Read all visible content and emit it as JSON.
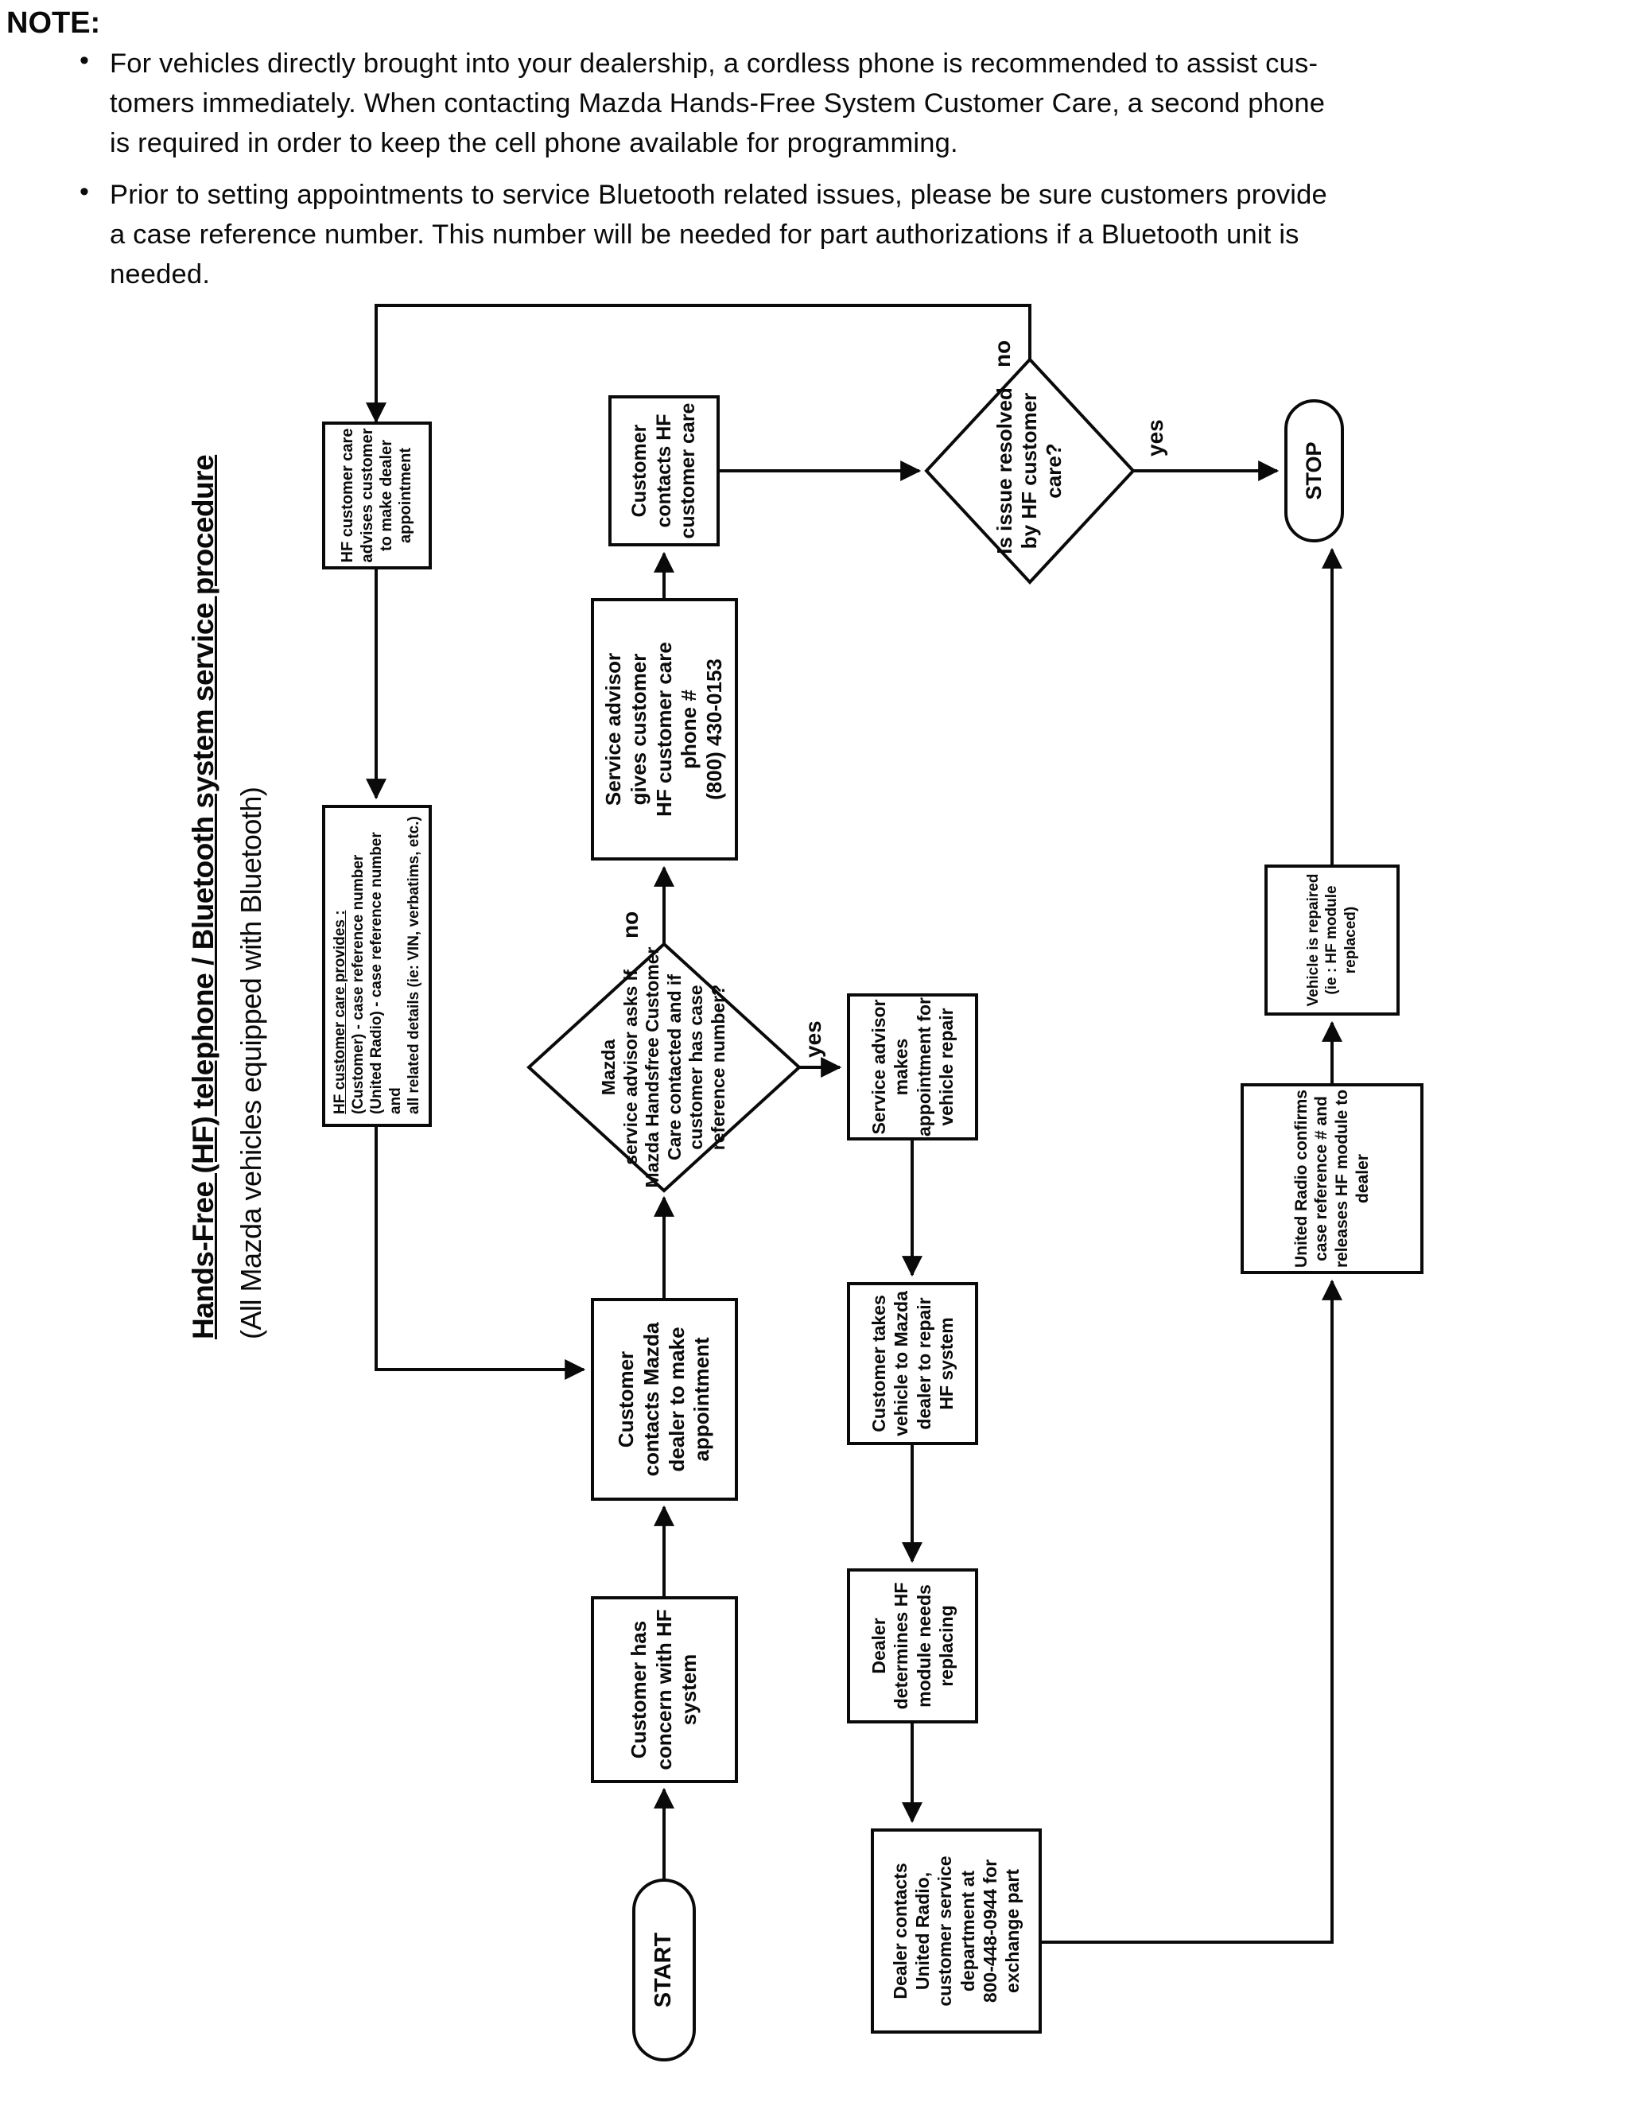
{
  "note": {
    "heading": "NOTE:",
    "bullets": [
      [
        "For vehicles directly brought into your dealership, a cordless phone is recommended to assist cus-",
        "tomers immediately. When contacting Mazda Hands-Free System Customer Care, a second phone",
        "is required in order to keep the cell phone available for programming."
      ],
      [
        "Prior to setting appointments to service Bluetooth related issues, please be sure customers provide",
        "a case reference number. This number will be needed for part authorizations if a Bluetooth unit is",
        "needed."
      ]
    ]
  },
  "flowchart": {
    "title": "Hands-Free (HF) telephone / Bluetooth system service procedure",
    "subtitle": "(All Mazda vehicles equipped with Bluetooth)",
    "nodes": {
      "start": {
        "label": "START"
      },
      "concern": {
        "lines": [
          "Customer has",
          "concern with HF",
          "system"
        ]
      },
      "dealer_appt": {
        "lines": [
          "Customer",
          "contacts Mazda",
          "dealer to make",
          "appointment"
        ]
      },
      "ask_case": {
        "lines": [
          "Mazda",
          "service advisor asks if",
          "Mazda Handsfree Customer",
          "Care contacted and if",
          "customer has case",
          "reference number?"
        ]
      },
      "gives_phone": {
        "lines": [
          "Service advisor",
          "gives customer",
          "HF customer care",
          "phone #",
          "(800) 430-0153"
        ]
      },
      "contacts_hf": {
        "lines": [
          "Customer",
          "contacts HF",
          "customer care"
        ]
      },
      "resolved": {
        "lines": [
          "Is issue resolved",
          "by HF customer",
          "care?"
        ]
      },
      "stop": {
        "label": "STOP"
      },
      "advise": {
        "lines": [
          "HF customer care",
          "advises customer",
          "to make dealer",
          "appointment"
        ]
      },
      "hf_provides": {
        "heading": "HF customer care provides :",
        "lines": [
          "(Customer) - case reference number",
          "(United Radio) - case reference number and",
          "all related details (ie: VIN, verbatims, etc.)"
        ]
      },
      "makes_appt": {
        "lines": [
          "Service advisor",
          "makes",
          "appointment for",
          "vehicle repair"
        ]
      },
      "takes_vehicle": {
        "lines": [
          "Customer takes",
          "vehicle to Mazda",
          "dealer to repair",
          "HF system"
        ]
      },
      "determines": {
        "lines": [
          "Dealer",
          "determines HF",
          "module needs",
          "replacing"
        ]
      },
      "united_contact": {
        "lines": [
          "Dealer contacts",
          "United Radio,",
          "customer service",
          "department at",
          "800-448-0944 for",
          "exchange part"
        ]
      },
      "united_confirms": {
        "lines": [
          "United Radio confirms",
          "case reference # and",
          "releases HF module to",
          "dealer"
        ]
      },
      "repaired": {
        "lines": [
          "Vehicle is repaired",
          "(ie : HF module",
          "replaced)"
        ]
      }
    },
    "edge_labels": {
      "yes_case": "yes",
      "no_case": "no",
      "yes_resolved": "yes",
      "no_resolved": "no"
    }
  }
}
